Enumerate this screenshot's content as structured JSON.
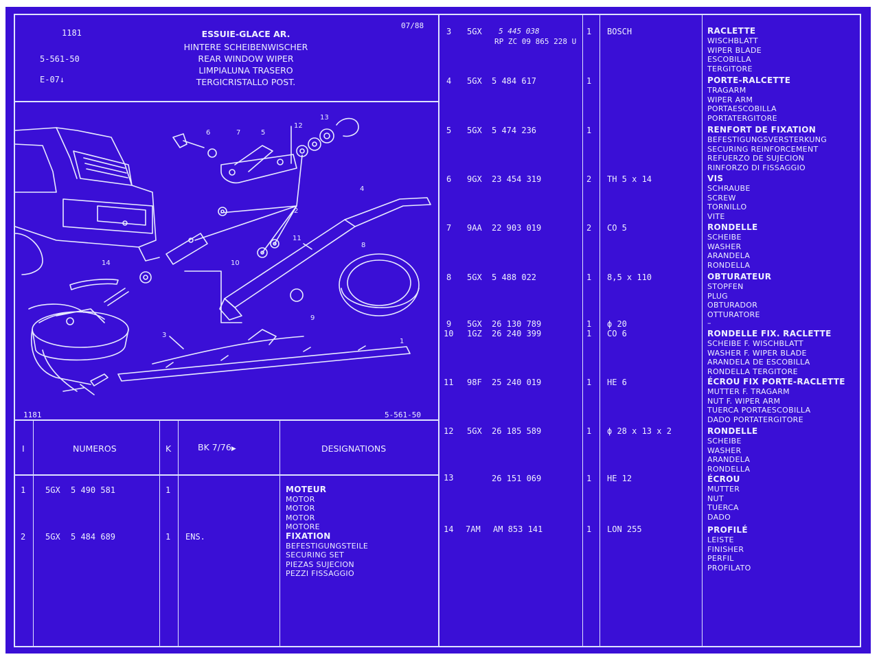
{
  "header": {
    "page_number": "1181",
    "ref_code": "5-561-50",
    "section": "E-07",
    "date": "07/88",
    "title_fr": "ESSUIE-GLACE AR.",
    "title_de": "HINTERE    SCHEIBENWISCHER",
    "title_en": "REAR WINDOW WIPER",
    "title_es": "LIMPIALUNA TRASERO",
    "title_it": "TERGICRISTALLO POST."
  },
  "diagram": {
    "page_label": "1181",
    "ref_label": "5-561-50",
    "callouts": [
      "1",
      "2",
      "3",
      "4",
      "5",
      "6",
      "7",
      "8",
      "9",
      "10",
      "11",
      "12",
      "13",
      "14"
    ]
  },
  "table_header": {
    "col_index": "I",
    "col_numbers": "NUMEROS",
    "col_k": "K",
    "col_bk": "BK 7/76",
    "col_designations": "DESIGNATIONS"
  },
  "left_rows": [
    {
      "idx": "1",
      "pre": "5GX",
      "num": "5  490  581",
      "qty": "1",
      "spec": "",
      "lines": [
        "MOTEUR",
        "MOTOR",
        "MOTOR",
        "MOTOR",
        "MOTORE"
      ]
    },
    {
      "idx": "2",
      "pre": "5GX",
      "num": "5  484  689",
      "qty": "1",
      "spec": "ENS.",
      "lines": [
        "FIXATION",
        "BEFESTIGUNGSTEILE",
        "SECURING SET",
        "PIEZAS SUJECION",
        "PEZZI FISSAGGIO"
      ]
    }
  ],
  "right_rows": [
    {
      "idx": "3",
      "pre": "5GX",
      "num": "5  445  038",
      "num2": "RP ZC 09 865 228 U",
      "qty": "1",
      "spec": "BOSCH",
      "lines": [
        "RACLETTE",
        "WISCHBLATT",
        "WIPER BLADE",
        "ESCOBILLA",
        "TERGITORE"
      ]
    },
    {
      "idx": "4",
      "pre": "5GX",
      "num": "5  484  617",
      "qty": "1",
      "spec": "",
      "lines": [
        "PORTE-RALCETTE",
        "TRAGARM",
        "WIPER ARM",
        "PORTAESCOBILLA",
        "PORTATERGITORE"
      ]
    },
    {
      "idx": "5",
      "pre": "5GX",
      "num": "5  474  236",
      "qty": "1",
      "spec": "",
      "lines": [
        "RENFORT DE FIXATION",
        "BEFESTIGUNGSVERSTERKUNG",
        "SECURING REINFORCEMENT",
        "REFUERZO DE SUJECION",
        "RINFORZO DI FISSAGGIO"
      ]
    },
    {
      "idx": "6",
      "pre": "9GX",
      "num": "23  454  319",
      "qty": "2",
      "spec": "TH    5 x 14",
      "lines": [
        "VIS",
        "SCHRAUBE",
        "SCREW",
        "TORNILLO",
        "VITE"
      ]
    },
    {
      "idx": "7",
      "pre": "9AA",
      "num": "22  903  019",
      "qty": "2",
      "spec": "CO 5",
      "lines": [
        "RONDELLE",
        "SCHEIBE",
        "WASHER",
        "ARANDELA",
        "RONDELLA"
      ]
    },
    {
      "idx": "8",
      "pre": "5GX",
      "num": "5  488  022",
      "qty": "1",
      "spec": "8,5 x 110",
      "lines": [
        "OBTURATEUR",
        "STOPFEN",
        "PLUG",
        "OBTURADOR",
        "OTTURATORE"
      ]
    },
    {
      "idx": "9",
      "pre": "5GX",
      "num": "26  130  789",
      "qty": "1",
      "spec": "ϕ  20",
      "lines": [
        "–"
      ]
    },
    {
      "idx": "10",
      "pre": "1GZ",
      "num": "26  240  399",
      "qty": "1",
      "spec": "CO 6",
      "lines": [
        "RONDELLE FIX. RACLETTE",
        "SCHEIBE F. WISCHBLATT",
        "WASHER F. WIPER BLADE",
        "ARANDELA DE ESCOBILLA",
        "RONDELLA TERGITORE"
      ]
    },
    {
      "idx": "11",
      "pre": "98F",
      "num": "25  240  019",
      "qty": "1",
      "spec": "HE 6",
      "lines": [
        "ÉCROU FIX PORTE-RACLETTE",
        "MUTTER F. TRAGARM",
        "NUT F. WIPER ARM",
        "TUERCA PORTAESCOBILLA",
        "DADO PORTATERGITORE"
      ]
    },
    {
      "idx": "12",
      "pre": "5GX",
      "num": "26  185  589",
      "qty": "1",
      "spec": "ϕ  28 x 13 x 2",
      "lines": [
        "RONDELLE",
        "SCHEIBE",
        "WASHER",
        "ARANDELA",
        "RONDELLA"
      ]
    },
    {
      "idx": "13",
      "pre": "",
      "num": "26  151  069",
      "qty": "1",
      "spec": "HE  12",
      "lines": [
        "ÉCROU",
        "MUTTER",
        "NUT",
        "TUERCA",
        "DADO"
      ]
    },
    {
      "idx": "14",
      "pre": "7AM",
      "num": "AM  853  141",
      "qty": "1",
      "spec": "LON 255",
      "lines": [
        "PROFILÉ",
        "LEISTE",
        "FINISHER",
        "PERFIL",
        "PROFILATO"
      ]
    }
  ]
}
